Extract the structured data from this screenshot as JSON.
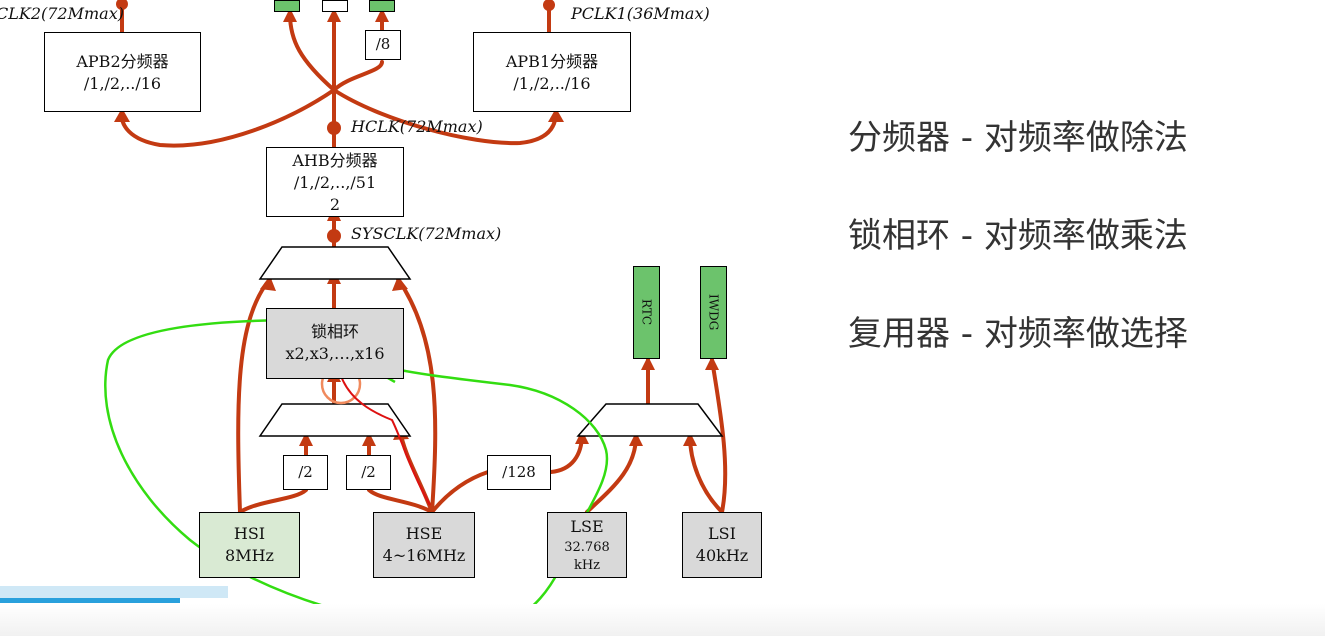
{
  "blocks": {
    "apb2": [
      "APB2分频器",
      "/1,/2,../16"
    ],
    "apb1": [
      "APB1分频器",
      "/1,/2,../16"
    ],
    "ahb": [
      "AHB分频器",
      "/1,/2,..,/51",
      "2"
    ],
    "pll": [
      "锁相环",
      "x2,x3,…,x16"
    ],
    "hsi": [
      "HSI",
      "8MHz"
    ],
    "hse": [
      "HSE",
      "4~16MHz"
    ],
    "lse": [
      "LSE",
      "32.768",
      "kHz"
    ],
    "lsi": [
      "LSI",
      "40kHz"
    ],
    "div8": "/8",
    "div2a": "/2",
    "div2b": "/2",
    "div128": "/128",
    "rtc": "RTC",
    "iwdg": "IWDG"
  },
  "labels": {
    "pclk2": "CLK2(72Mmax)",
    "pclk1": "PCLK1(36Mmax)",
    "hclk": "HCLK(72Mmax)",
    "sysclk": "SYSCLK(72Mmax)"
  },
  "notes": [
    "分频器 - 对频率做除法",
    "锁相环 - 对频率做乘法",
    "复用器 - 对频率做选择"
  ],
  "colors": {
    "arrow": "#c33a12",
    "highlight_loop": "#33dd11",
    "highlight_circle": "#f08a5d",
    "output_block": "#6cc36c",
    "progress": "#29a0dc"
  },
  "video_progress": 0.136
}
